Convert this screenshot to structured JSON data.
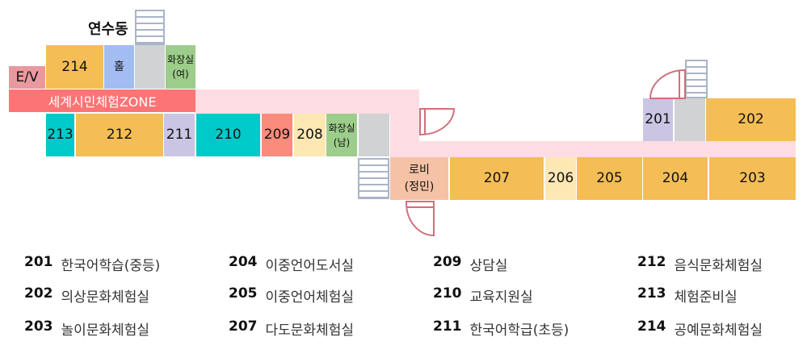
{
  "building": {
    "title": "연수동"
  },
  "zone": {
    "label": "세계시민체험ZONE"
  },
  "colors": {
    "orange": "#f5bd55",
    "blue": "#a3bcf2",
    "gray": "#d1d2d4",
    "green": "#9ccd8a",
    "pink_ev": "#e8999f",
    "zone_red": "#fc7474",
    "teal": "#00c9c9",
    "lavender": "#c9c5e3",
    "salmon": "#fb8b7a",
    "cream": "#fde7b3",
    "lobby": "#f5c2a5",
    "corridor": "#fddde3",
    "door": "#d0707a",
    "stairs": "#a9b4c8"
  },
  "rooms": {
    "ev": "E/V",
    "r214": "214",
    "hall": "홀",
    "restroom_f_line1": "화장실",
    "restroom_f_line2": "(여)",
    "r213": "213",
    "r212": "212",
    "r211": "211",
    "r210": "210",
    "r209": "209",
    "r208": "208",
    "restroom_m_line1": "화장실",
    "restroom_m_line2": "(남)",
    "lobby_line1": "로비",
    "lobby_line2": "(정민)",
    "r207": "207",
    "r206": "206",
    "r205": "205",
    "r204": "204",
    "r203": "203",
    "r201": "201",
    "r202": "202"
  },
  "legend": [
    {
      "num": "201",
      "name": "한국어학습(중등)"
    },
    {
      "num": "202",
      "name": "의상문화체험실"
    },
    {
      "num": "203",
      "name": "놀이문화체험실"
    },
    {
      "num": "204",
      "name": "이중언어도서실"
    },
    {
      "num": "205",
      "name": "이중언어체험실"
    },
    {
      "num": "207",
      "name": "다도문화체험실"
    },
    {
      "num": "209",
      "name": "상담실"
    },
    {
      "num": "210",
      "name": "교육지원실"
    },
    {
      "num": "211",
      "name": "한국어학급(초등)"
    },
    {
      "num": "212",
      "name": "음식문화체험실"
    },
    {
      "num": "213",
      "name": "체험준비실"
    },
    {
      "num": "214",
      "name": "공예문화체험실"
    }
  ]
}
